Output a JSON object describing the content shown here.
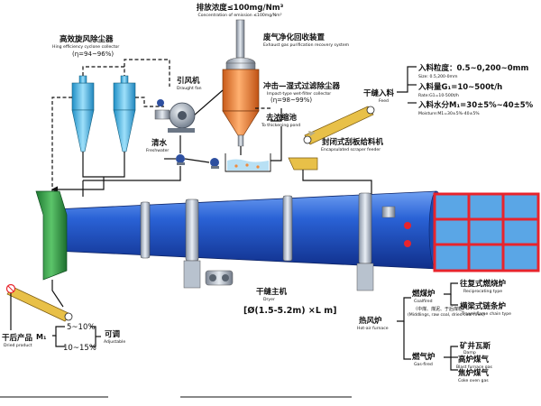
{
  "emission": {
    "cn": "排放浓度≤100mg/Nm³",
    "en": "Concentration of emission ≤100mg/Nm³"
  },
  "recovery": {
    "cn": "废气净化回收装置",
    "en": "Exhaust gas purification recovery system"
  },
  "cyclone": {
    "cn": "高效旋风除尘器",
    "en": "Hing efficiency cyclone collector",
    "eff": "(η=94~96%)"
  },
  "fan": {
    "cn": "引风机",
    "en": "Draught fan"
  },
  "scrubber": {
    "cn": "冲击—湿式过滤除尘器",
    "en": "Impact-type wet-filter collector",
    "eff": "(η=98~99%)"
  },
  "pond": {
    "cn": "去浓缩池",
    "en": "To thickening pond"
  },
  "water": {
    "cn": "清水",
    "en": "Freshwater"
  },
  "feed": {
    "cn": "干缝入料",
    "en": "Feed"
  },
  "feeder": {
    "cn": "封闭式刮板给料机",
    "en": "Encapsulated scraper feeder"
  },
  "specs": {
    "size_cn": "入料粒度：0.5~0,200~0mm",
    "size_en": "Size: 0.5,200-0mm",
    "rate_cn": "入料量G₁=10~500t/h",
    "rate_en": "Rate:G1=10-500t/h",
    "moist_cn": "入料水分M₁=30±5%~40±5%",
    "moist_en": "Moisture:M1=30±5%-40±5%"
  },
  "dryer": {
    "cn": "干缝主机",
    "en": "Dryer",
    "dims": "[Ø(1.5-5.2m) ×L m]"
  },
  "product": {
    "cn": "干后产品",
    "m": "M₁",
    "en": "Dried product",
    "opt1": "5~10%",
    "opt2": "10~15%",
    "adj_cn": "可调",
    "adj_en": "Adjustable"
  },
  "furnace": {
    "cn": "热风炉",
    "en": "Hot-air furnace",
    "coal_cn": "燃煤炉",
    "coal_en": "Coalfired",
    "coal_note": "（中煤、煤泥、于后煤粉）",
    "coal_note_en": "(Middlings, raw coal, dried coal fines)",
    "recip_cn": "往复式燃烧炉",
    "recip_en": "Reciprocating type",
    "chain_cn": "横梁式链条炉",
    "chain_en": "Trawel-flame chain type",
    "gas_cn": "燃气炉",
    "gas_en": "Gas-fired",
    "damp_cn": "矿井瓦斯",
    "damp_en": "Damp",
    "blast_cn": "高炉煤气",
    "blast_en": "Blast furnace gas",
    "coke_cn": "焦炉煤气",
    "coke_en": "Coke oven gas"
  },
  "colors": {
    "kiln": "#1f55c8",
    "furnace_fill": "#5aa6e6",
    "furnace_grid": "#e8242c",
    "cyclone": "#52b6e0",
    "scrubber": "#f08a3c",
    "hood": "#2e9a44",
    "conveyor": "#e8c048"
  }
}
